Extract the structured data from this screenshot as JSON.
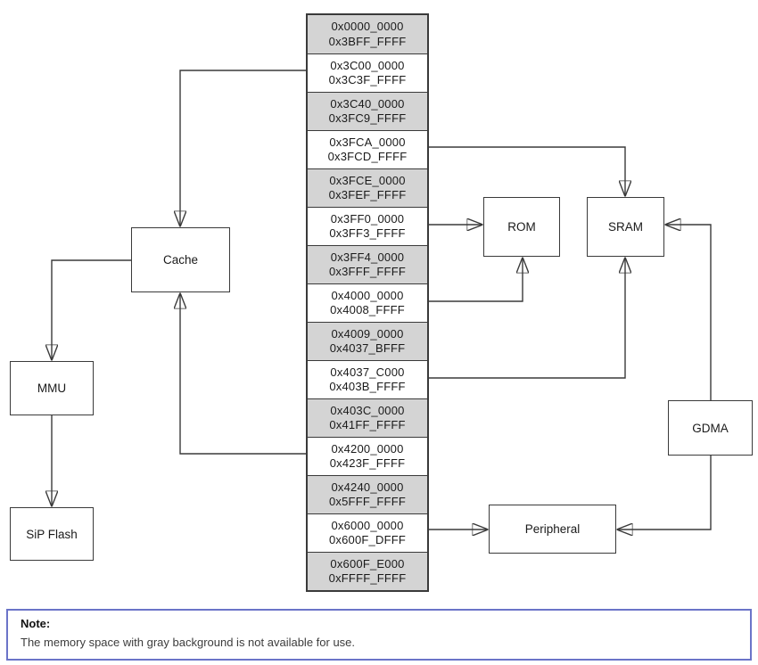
{
  "memory_map": {
    "rows": [
      {
        "start": "0x0000_0000",
        "end": "0x3BFF_FFFF",
        "shaded": true
      },
      {
        "start": "0x3C00_0000",
        "end": "0x3C3F_FFFF",
        "shaded": false
      },
      {
        "start": "0x3C40_0000",
        "end": "0x3FC9_FFFF",
        "shaded": true
      },
      {
        "start": "0x3FCA_0000",
        "end": "0x3FCD_FFFF",
        "shaded": false
      },
      {
        "start": "0x3FCE_0000",
        "end": "0x3FEF_FFFF",
        "shaded": true
      },
      {
        "start": "0x3FF0_0000",
        "end": "0x3FF3_FFFF",
        "shaded": false
      },
      {
        "start": "0x3FF4_0000",
        "end": "0x3FFF_FFFF",
        "shaded": true
      },
      {
        "start": "0x4000_0000",
        "end": "0x4008_FFFF",
        "shaded": false
      },
      {
        "start": "0x4009_0000",
        "end": "0x4037_BFFF",
        "shaded": true
      },
      {
        "start": "0x4037_C000",
        "end": "0x403B_FFFF",
        "shaded": false
      },
      {
        "start": "0x403C_0000",
        "end": "0x41FF_FFFF",
        "shaded": true
      },
      {
        "start": "0x4200_0000",
        "end": "0x423F_FFFF",
        "shaded": false
      },
      {
        "start": "0x4240_0000",
        "end": "0x5FFF_FFFF",
        "shaded": true
      },
      {
        "start": "0x6000_0000",
        "end": "0x600F_DFFF",
        "shaded": false
      },
      {
        "start": "0x600F_E000",
        "end": "0xFFFF_FFFF",
        "shaded": true
      }
    ],
    "shaded_color": "#d4d4d4",
    "unshaded_color": "#ffffff",
    "line_color": "#3a3a3a"
  },
  "blocks": {
    "cache": "Cache",
    "mmu": "MMU",
    "sip_flash": "SiP Flash",
    "rom": "ROM",
    "sram": "SRAM",
    "gdma": "GDMA",
    "peripheral": "Peripheral"
  },
  "connections": [
    {
      "from": "mem-0x3C00_0000",
      "to": "cache"
    },
    {
      "from": "cache",
      "to": "mmu"
    },
    {
      "from": "mmu",
      "to": "sip_flash"
    },
    {
      "from": "mem-0x4200_0000",
      "to": "cache"
    },
    {
      "from": "mem-0x3FCA_0000",
      "to": "sram"
    },
    {
      "from": "mem-0x3FF0_0000",
      "to": "rom"
    },
    {
      "from": "mem-0x4000_0000",
      "to": "rom"
    },
    {
      "from": "mem-0x4037_C000",
      "to": "sram"
    },
    {
      "from": "gdma",
      "to": "sram"
    },
    {
      "from": "gdma",
      "to": "peripheral"
    },
    {
      "from": "mem-0x6000_0000",
      "to": "peripheral"
    }
  ],
  "note": {
    "title": "Note:",
    "text": "The memory space with gray background is not available for use.",
    "border_color": "#6b74c8"
  }
}
